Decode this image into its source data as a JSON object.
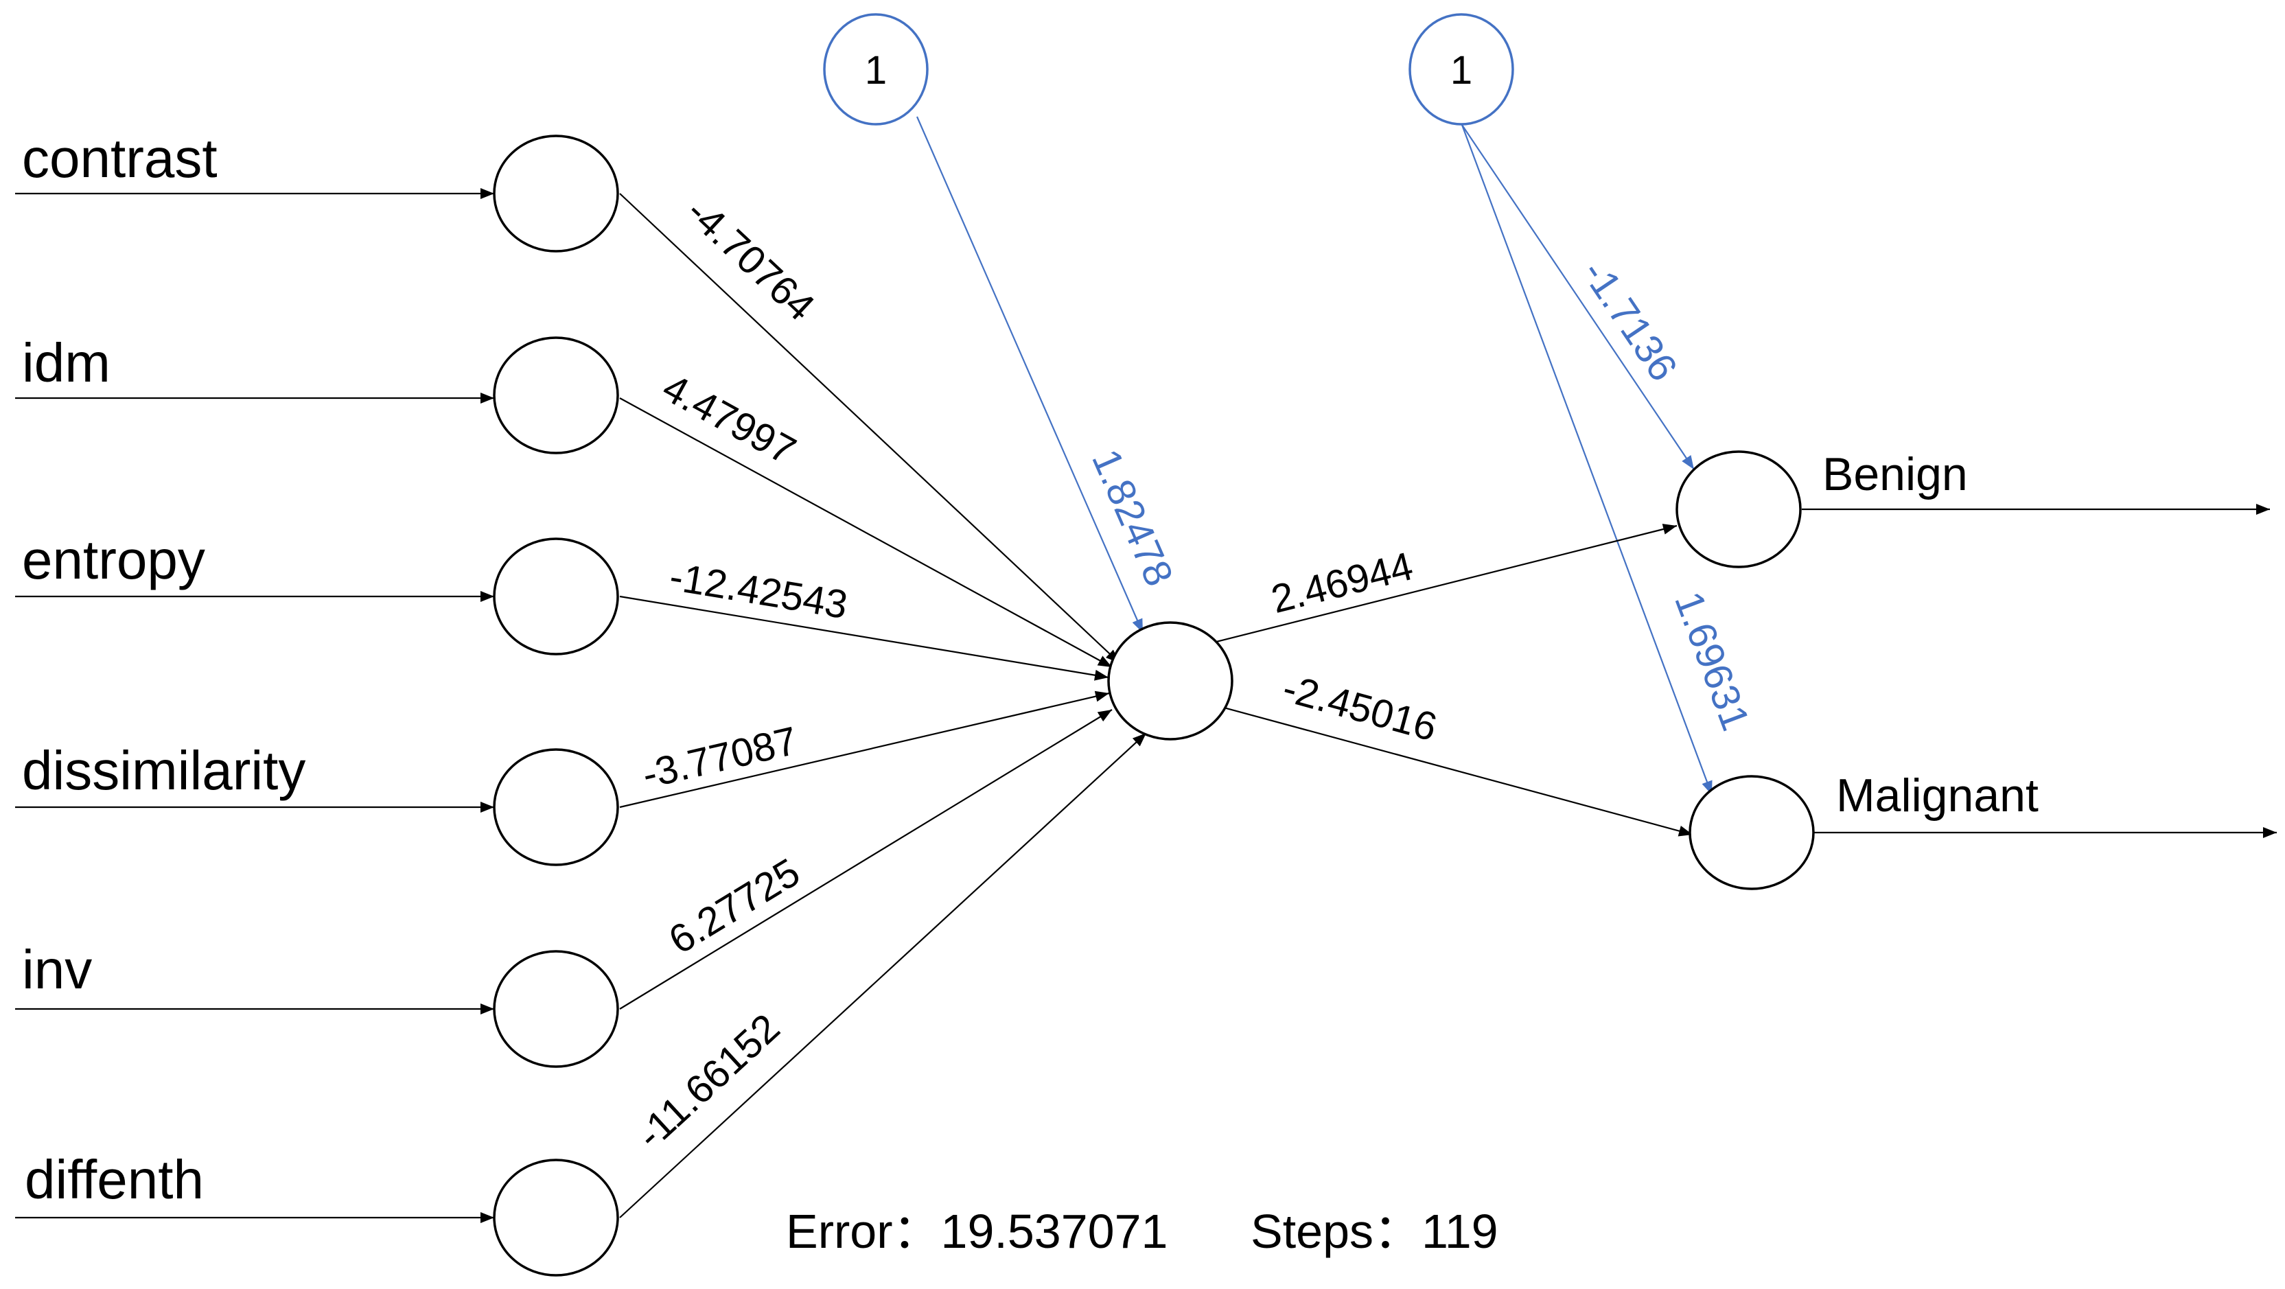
{
  "inputs": [
    {
      "label": "contrast",
      "weight": "-4.70764"
    },
    {
      "label": "idm",
      "weight": "4.47997"
    },
    {
      "label": "entropy",
      "weight": "-12.42543"
    },
    {
      "label": "dissimilarity",
      "weight": "-3.77087"
    },
    {
      "label": "inv",
      "weight": "6.27725"
    },
    {
      "label": "diffenth",
      "weight": "-11.66152"
    }
  ],
  "hidden": {
    "bias_node_label": "1",
    "bias_weight": "1.82478"
  },
  "outputs": [
    {
      "label": "Benign",
      "weight": "2.46944",
      "bias_weight": "-1.7136"
    },
    {
      "label": "Malignant",
      "weight": "-2.45016",
      "bias_weight": "1.69631"
    }
  ],
  "output_bias_node_label": "1",
  "footer": {
    "error_text": "Error：19.537071",
    "steps_text": "Steps：119"
  },
  "colors": {
    "bias": "#4472c4",
    "weights": "#000000"
  }
}
